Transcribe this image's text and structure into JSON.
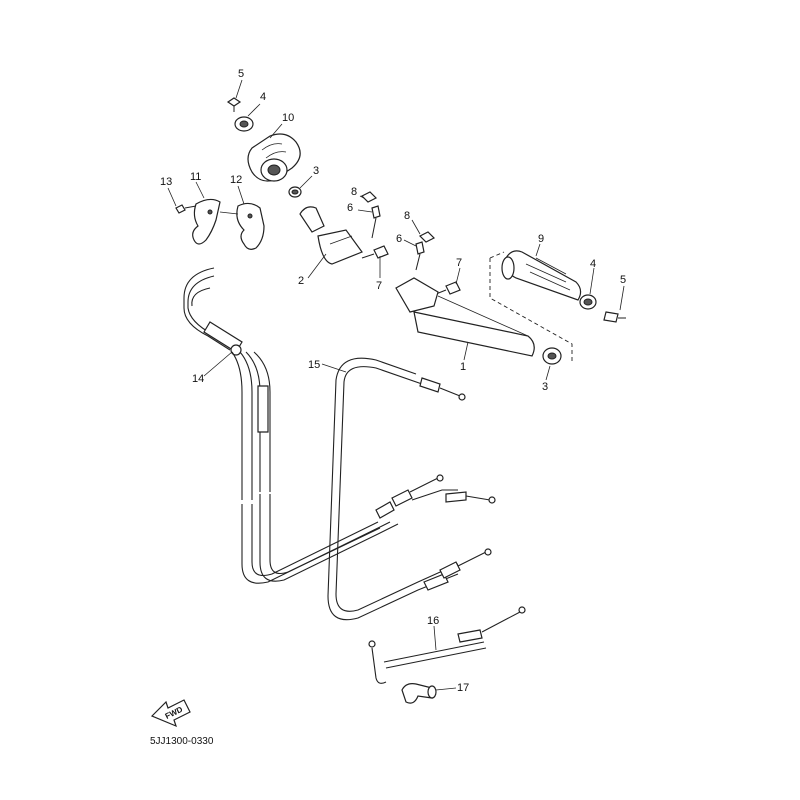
{
  "diagram": {
    "callouts": [
      {
        "id": "c5a",
        "text": "5"
      },
      {
        "id": "c4a",
        "text": "4"
      },
      {
        "id": "c10",
        "text": "10"
      },
      {
        "id": "c3a",
        "text": "3"
      },
      {
        "id": "c13",
        "text": "13"
      },
      {
        "id": "c11",
        "text": "11"
      },
      {
        "id": "c12",
        "text": "12"
      },
      {
        "id": "c8a",
        "text": "8"
      },
      {
        "id": "c6a",
        "text": "6"
      },
      {
        "id": "c8b",
        "text": "8"
      },
      {
        "id": "c6b",
        "text": "6"
      },
      {
        "id": "c9",
        "text": "9"
      },
      {
        "id": "c4b",
        "text": "4"
      },
      {
        "id": "c5b",
        "text": "5"
      },
      {
        "id": "c7a",
        "text": "7"
      },
      {
        "id": "c2",
        "text": "2"
      },
      {
        "id": "c7b",
        "text": "7"
      },
      {
        "id": "c1",
        "text": "1"
      },
      {
        "id": "c3b",
        "text": "3"
      },
      {
        "id": "c14",
        "text": "14"
      },
      {
        "id": "c15",
        "text": "15"
      },
      {
        "id": "c16",
        "text": "16"
      },
      {
        "id": "c17",
        "text": "17"
      }
    ],
    "fwd_label": "FWD",
    "drawing_code": "5JJ1300-0330"
  }
}
